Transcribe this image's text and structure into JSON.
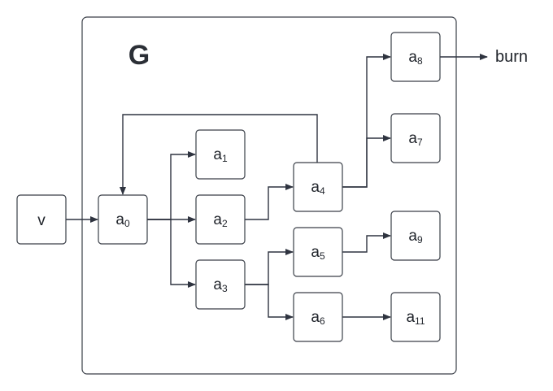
{
  "group": {
    "label": "G"
  },
  "nodes": {
    "v": {
      "base": "v",
      "sub": ""
    },
    "a0": {
      "base": "a",
      "sub": "0"
    },
    "a1": {
      "base": "a",
      "sub": "1"
    },
    "a2": {
      "base": "a",
      "sub": "2"
    },
    "a3": {
      "base": "a",
      "sub": "3"
    },
    "a4": {
      "base": "a",
      "sub": "4"
    },
    "a5": {
      "base": "a",
      "sub": "5"
    },
    "a6": {
      "base": "a",
      "sub": "6"
    },
    "a7": {
      "base": "a",
      "sub": "7"
    },
    "a8": {
      "base": "a",
      "sub": "8"
    },
    "a9": {
      "base": "a",
      "sub": "9"
    },
    "a11": {
      "base": "a",
      "sub": "11"
    }
  },
  "output": {
    "label": "burn"
  },
  "edges": [
    [
      "v",
      "a0"
    ],
    [
      "a0",
      "a1"
    ],
    [
      "a0",
      "a2"
    ],
    [
      "a0",
      "a3"
    ],
    [
      "a2",
      "a4"
    ],
    [
      "a3",
      "a5"
    ],
    [
      "a3",
      "a6"
    ],
    [
      "a4",
      "a8"
    ],
    [
      "a4",
      "a7"
    ],
    [
      "a4",
      "a0"
    ],
    [
      "a5",
      "a9"
    ],
    [
      "a6",
      "a11"
    ],
    [
      "a8",
      "burn"
    ]
  ],
  "colors": {
    "stroke": "#3a3f48",
    "text": "#1f232a"
  }
}
